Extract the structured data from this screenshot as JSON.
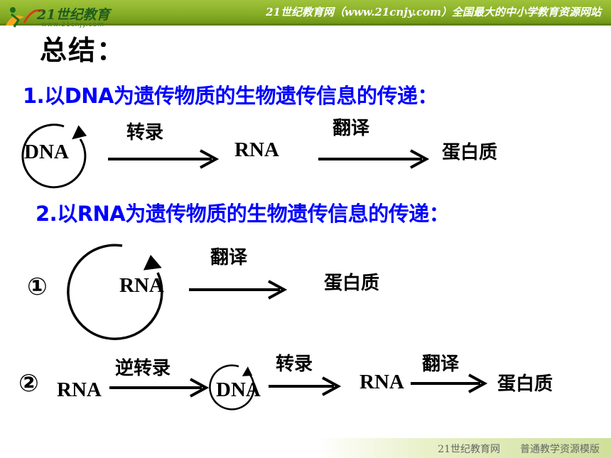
{
  "header": {
    "logo_text": "21世纪教育",
    "logo_sub": "www.21cnjy.com",
    "caption": "21世纪教育网（www.21cnjy.com）全国最大的中小学教育资源网站"
  },
  "title": "总结：",
  "section1": {
    "heading": "1.以DNA为遗传物质的生物遗传信息的传递：",
    "dna": "DNA",
    "transcription": "转录",
    "rna": "RNA",
    "translation": "翻译",
    "protein": "蛋白质"
  },
  "section2": {
    "heading": "2.以RNA为遗传物质的生物遗传信息的传递：",
    "case1": {
      "number": "①",
      "rna": "RNA",
      "translation": "翻译",
      "protein": "蛋白质"
    },
    "case2": {
      "number": "②",
      "rna1": "RNA",
      "reverse_transcription": "逆转录",
      "dna": "DNA",
      "transcription": "转录",
      "rna2": "RNA",
      "translation": "翻译",
      "protein": "蛋白质"
    }
  },
  "footer": {
    "caption": "21世纪教育网　　普通教学资源模版"
  },
  "colors": {
    "heading_blue": "#0000ff",
    "header_green": "#86ad25"
  }
}
